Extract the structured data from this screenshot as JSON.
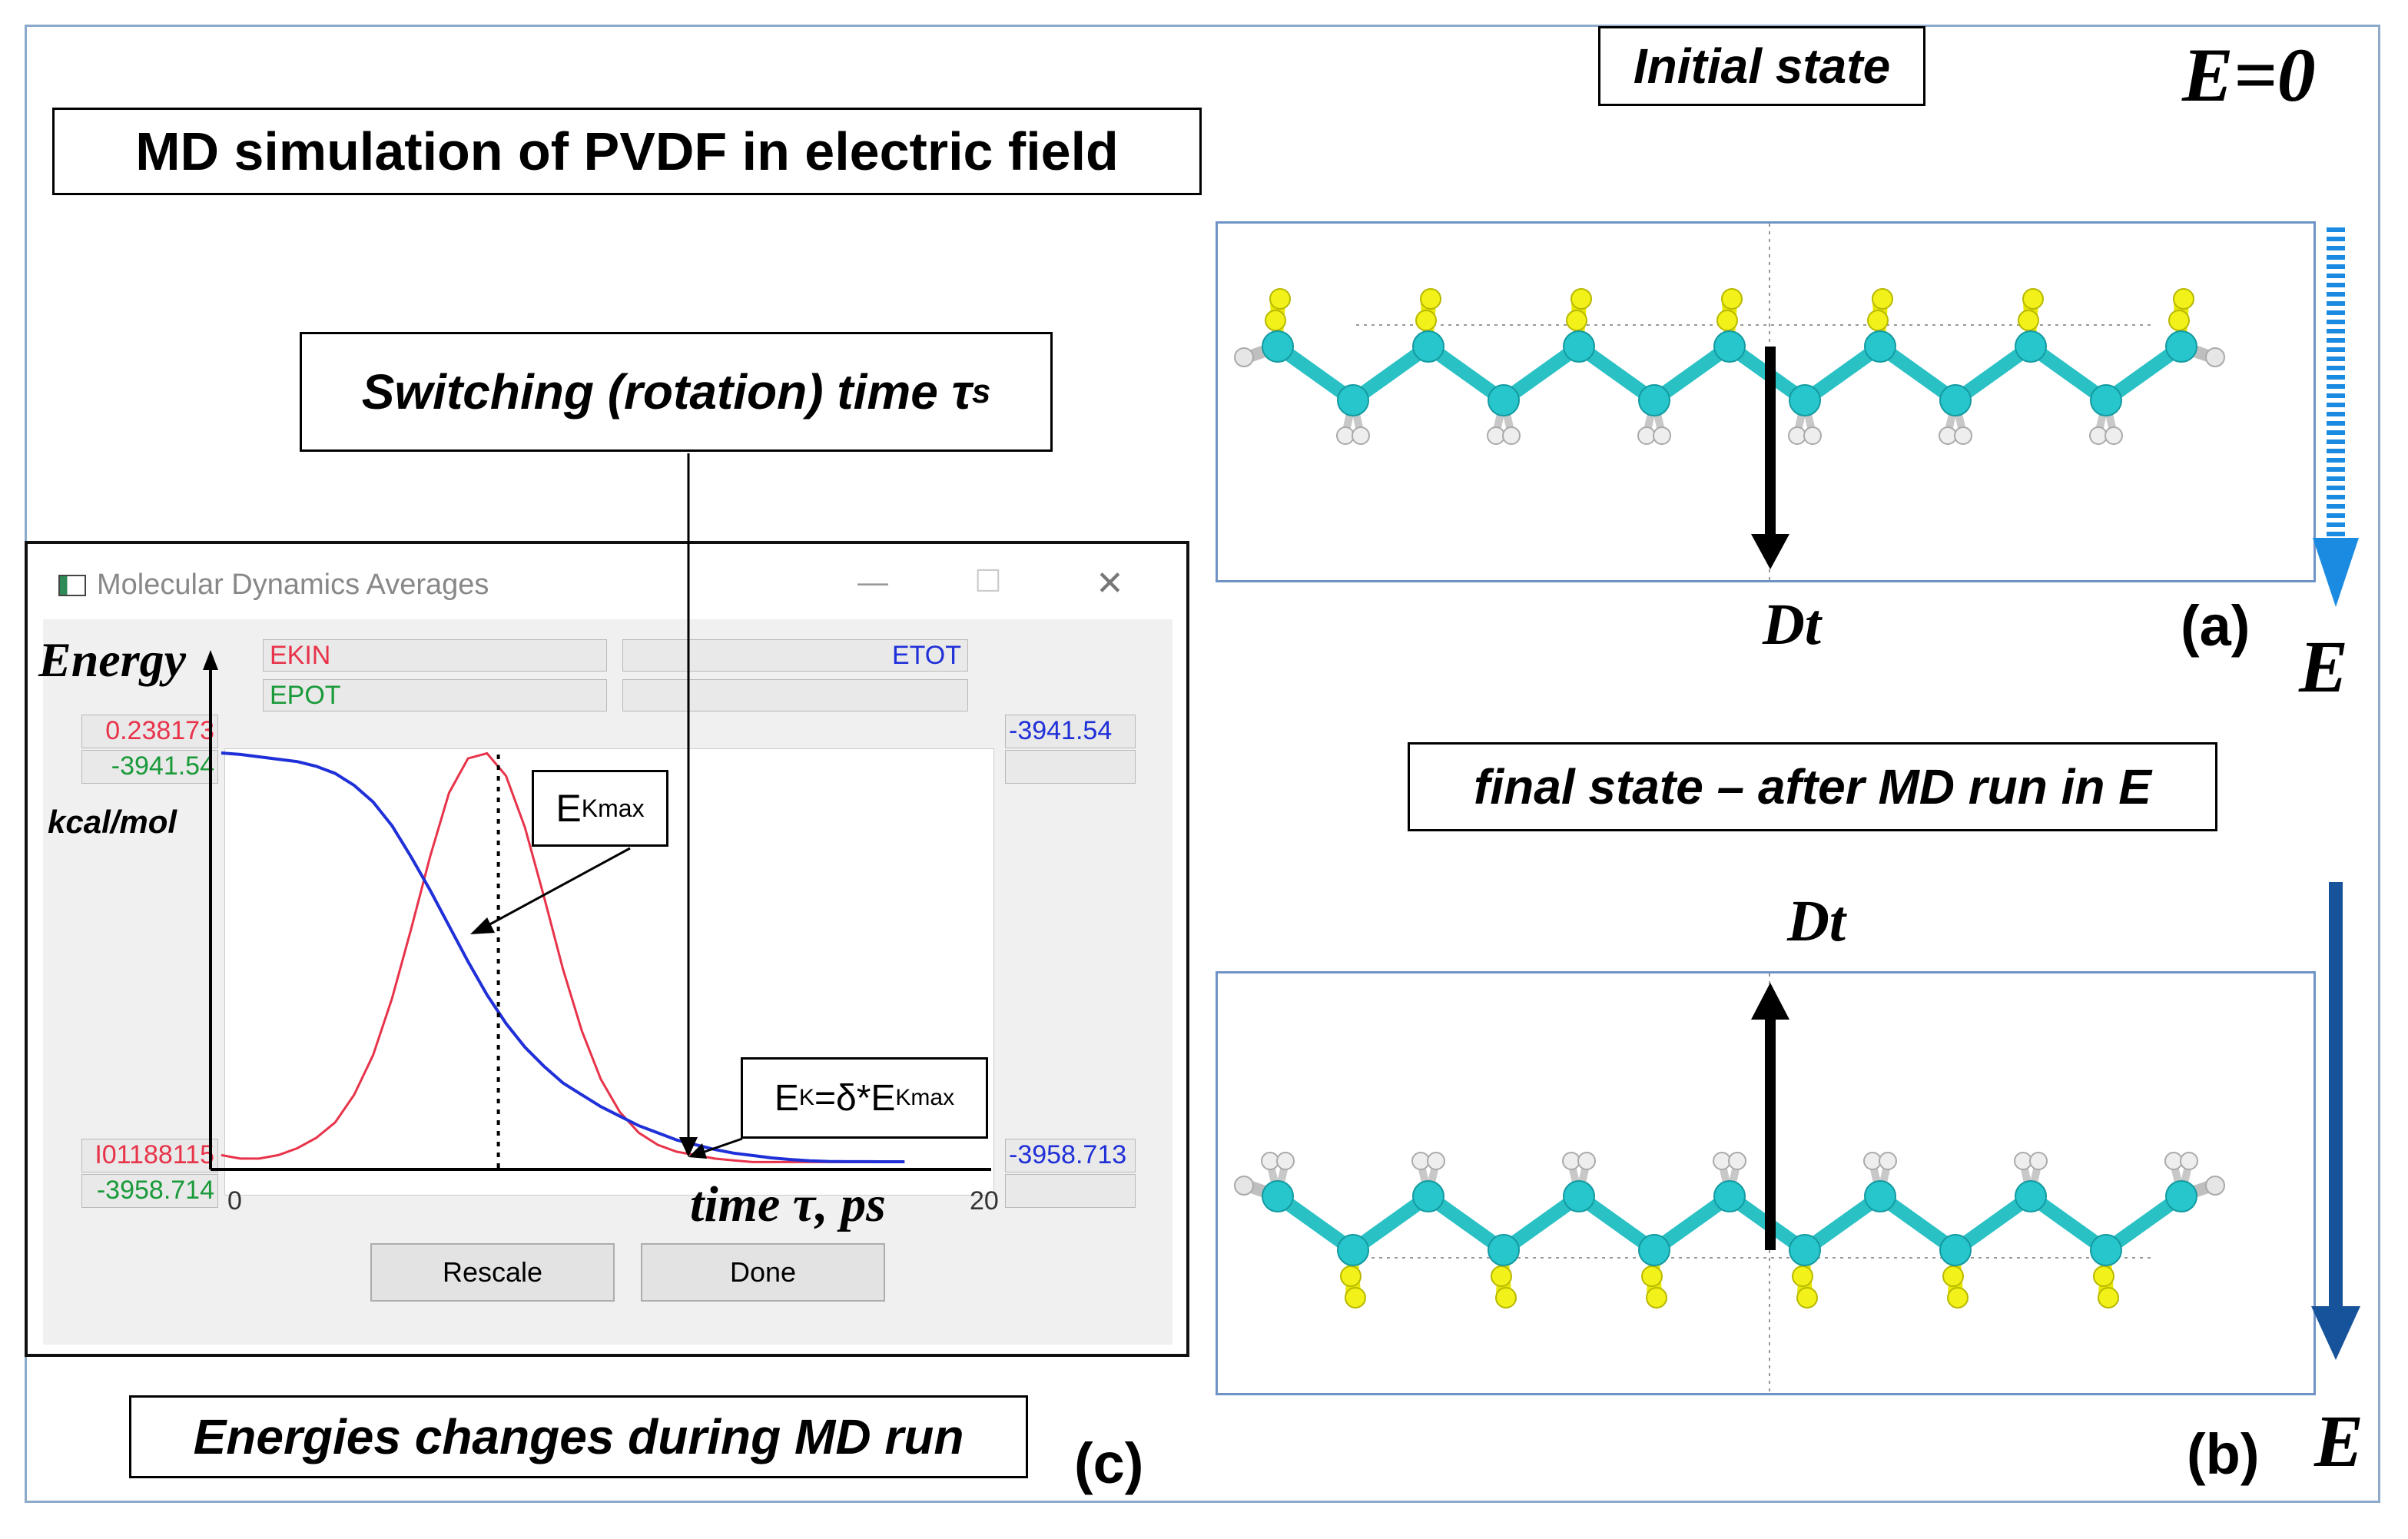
{
  "title": "MD simulation of PVDF in electric field",
  "initial_state_label": "Initial state",
  "e_zero_label": "E=0",
  "final_state_label": "final state – after MD run in E",
  "switching_label": "Switching (rotation) time τ",
  "switching_subscript": "s",
  "energies_label": "Energies changes during MD run",
  "panel_a_label": "(a)",
  "panel_b_label": "(b)",
  "panel_c_label": "(c)",
  "dipole_label": "Dt",
  "field_label": "E",
  "window": {
    "title": "Molecular Dynamics Averages",
    "minimize": "—",
    "maximize": "☐",
    "close": "✕",
    "ekin_label": "EKIN",
    "epot_label": "EPOT",
    "etot_label": "ETOT",
    "left_top_red": "0.238173",
    "left_top_green": "-3941.54",
    "left_bottom_red": "I01188115",
    "left_bottom_green": "-3958.714",
    "right_top": "-3941.54",
    "right_bottom": "-3958.713",
    "x_start": "0",
    "x_end": "20",
    "rescale_button": "Rescale",
    "done_button": "Done"
  },
  "chart_labels": {
    "y_axis": "Energy",
    "y_unit": "kcal/mol",
    "x_axis": "time  τ, ps",
    "ekmax_main": "E",
    "ekmax_sub": "Kmax",
    "ek_formula_a": "E",
    "ek_formula_sub1": "K",
    "ek_formula_b": "=δ*E",
    "ek_formula_sub2": "Kmax"
  },
  "chart_data": {
    "type": "line",
    "x": [
      0,
      0.5,
      1,
      1.5,
      2,
      2.5,
      3,
      3.5,
      4,
      4.5,
      5,
      5.5,
      6,
      6.5,
      7,
      7.5,
      8,
      8.5,
      9,
      9.5,
      10,
      10.5,
      11,
      11.5,
      12,
      12.5,
      13,
      13.5,
      14,
      14.5,
      15,
      15.5,
      16,
      16.5,
      17,
      17.5,
      18
    ],
    "xlim": [
      0,
      20
    ],
    "series": [
      {
        "name": "EKIN",
        "color": "#e8334a",
        "values": [
          0.005,
          0.003,
          0.003,
          0.005,
          0.009,
          0.015,
          0.024,
          0.04,
          0.063,
          0.096,
          0.136,
          0.178,
          0.215,
          0.235,
          0.238,
          0.225,
          0.195,
          0.155,
          0.113,
          0.077,
          0.049,
          0.03,
          0.018,
          0.011,
          0.007,
          0.005,
          0.003,
          0.002,
          0.001,
          0.001,
          0.001,
          0.001,
          0.001,
          0.001,
          0.001,
          0.001,
          0.001
        ]
      },
      {
        "name": "EPOT",
        "color": "#1a9a3a",
        "values": [
          -3941.54,
          -3941.6,
          -3941.7,
          -3941.8,
          -3941.9,
          -3942.1,
          -3942.4,
          -3942.9,
          -3943.6,
          -3944.6,
          -3945.9,
          -3947.3,
          -3948.8,
          -3950.3,
          -3951.7,
          -3952.9,
          -3953.9,
          -3954.7,
          -3955.4,
          -3955.9,
          -3956.4,
          -3956.8,
          -3957.2,
          -3957.5,
          -3957.8,
          -3958.0,
          -3958.2,
          -3958.35,
          -3958.45,
          -3958.55,
          -3958.62,
          -3958.67,
          -3958.7,
          -3958.71,
          -3958.71,
          -3958.714,
          -3958.714
        ]
      },
      {
        "name": "ETOT",
        "color": "#2030d8",
        "values": [
          -3941.54,
          -3941.6,
          -3941.7,
          -3941.8,
          -3941.9,
          -3942.1,
          -3942.4,
          -3942.9,
          -3943.6,
          -3944.6,
          -3945.9,
          -3947.3,
          -3948.8,
          -3950.3,
          -3951.7,
          -3952.9,
          -3953.9,
          -3954.7,
          -3955.4,
          -3955.9,
          -3956.4,
          -3956.8,
          -3957.2,
          -3957.5,
          -3957.8,
          -3958.0,
          -3958.2,
          -3958.35,
          -3958.45,
          -3958.55,
          -3958.62,
          -3958.67,
          -3958.7,
          -3958.71,
          -3958.71,
          -3958.713,
          -3958.713
        ]
      }
    ],
    "ekin_range": [
      0.001188115,
      0.238173
    ],
    "epot_range": [
      -3958.714,
      -3941.54
    ],
    "etot_range": [
      -3958.713,
      -3941.54
    ],
    "ekmax_time": 7.3,
    "switching_time": 14.5
  }
}
